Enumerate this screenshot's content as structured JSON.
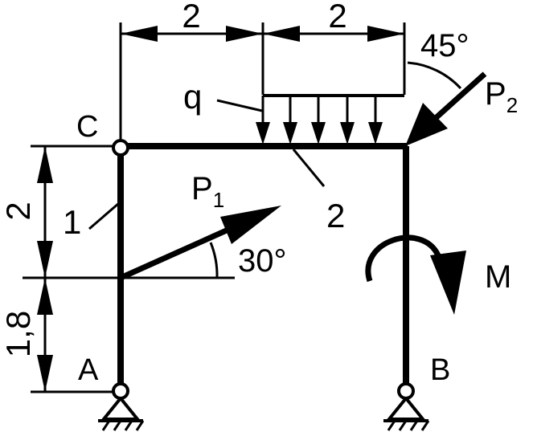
{
  "dimensions": {
    "top_left_span": "2",
    "top_right_span": "2",
    "left_upper_height": "2",
    "left_lower_height": "1,8"
  },
  "points": {
    "A": "A",
    "B": "B",
    "C": "C"
  },
  "members": {
    "rod_1": "1",
    "rod_2": "2"
  },
  "loads": {
    "q_label": "q",
    "P1_main": "P",
    "P1_sub": "1",
    "P1_angle": "30°",
    "P2_main": "P",
    "P2_sub": "2",
    "P2_angle": "45°",
    "moment": "M"
  }
}
